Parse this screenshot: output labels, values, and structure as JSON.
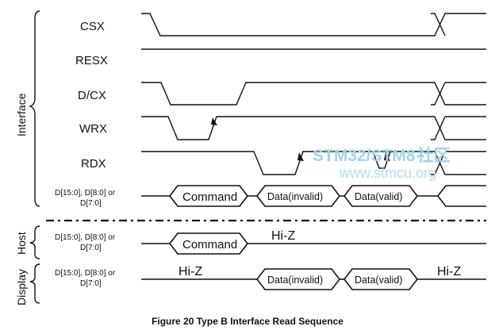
{
  "groups": {
    "interface": "Interface",
    "host": "Host",
    "display": "Display"
  },
  "signals": {
    "csx": "CSX",
    "resx": "RESX",
    "dcx": "D/CX",
    "wrx": "WRX",
    "rdx": "RDX",
    "bus_line1": "D[15:0], D[8:0] or",
    "bus_line2": "D[7:0]"
  },
  "host_bus": {
    "line1": "D[15:0], D[8:0] or",
    "line2": "D[7:0]"
  },
  "display_bus": {
    "line1": "D[15:0], D[8:0] or",
    "line2": "D[7:0]"
  },
  "boxes": {
    "command": "Command",
    "data_invalid": "Data(invalid)",
    "data_valid": "Data(valid)",
    "host_command": "Command",
    "disp_data_invalid": "Data(invalid)",
    "disp_data_valid": "Data(valid)"
  },
  "hiz": {
    "host": "Hi-Z",
    "display_left": "Hi-Z",
    "display_right": "Hi-Z"
  },
  "watermark": {
    "line1_a": "STM32/STM8",
    "line1_b": "社区",
    "line2": "www.stmcu.org"
  },
  "caption": "Figure 20 Type B Interface Read Sequence"
}
